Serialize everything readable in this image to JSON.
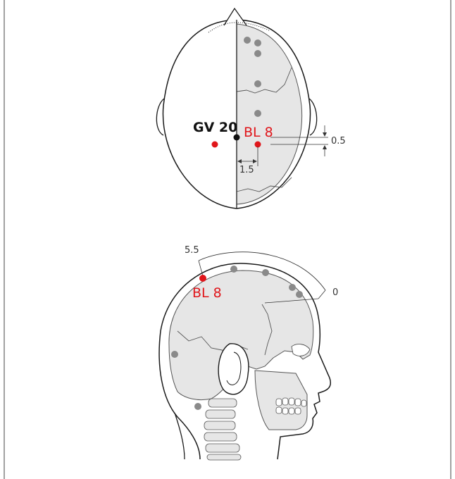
{
  "top_view": {
    "gv20_label": "GV 20",
    "bl8_label": "BL 8",
    "vertical_offset_label": "0.5",
    "lateral_offset_label": "1.5"
  },
  "side_view": {
    "bl8_label": "BL 8",
    "measure_start_label": "5.5",
    "measure_end_label": "0"
  },
  "colors": {
    "acupoint_highlight": "#e0161b",
    "reference_point": "#111111",
    "other_points": "#8a8a8a",
    "skull_fill": "#e6e6e6",
    "outline": "#1a1a1a"
  }
}
